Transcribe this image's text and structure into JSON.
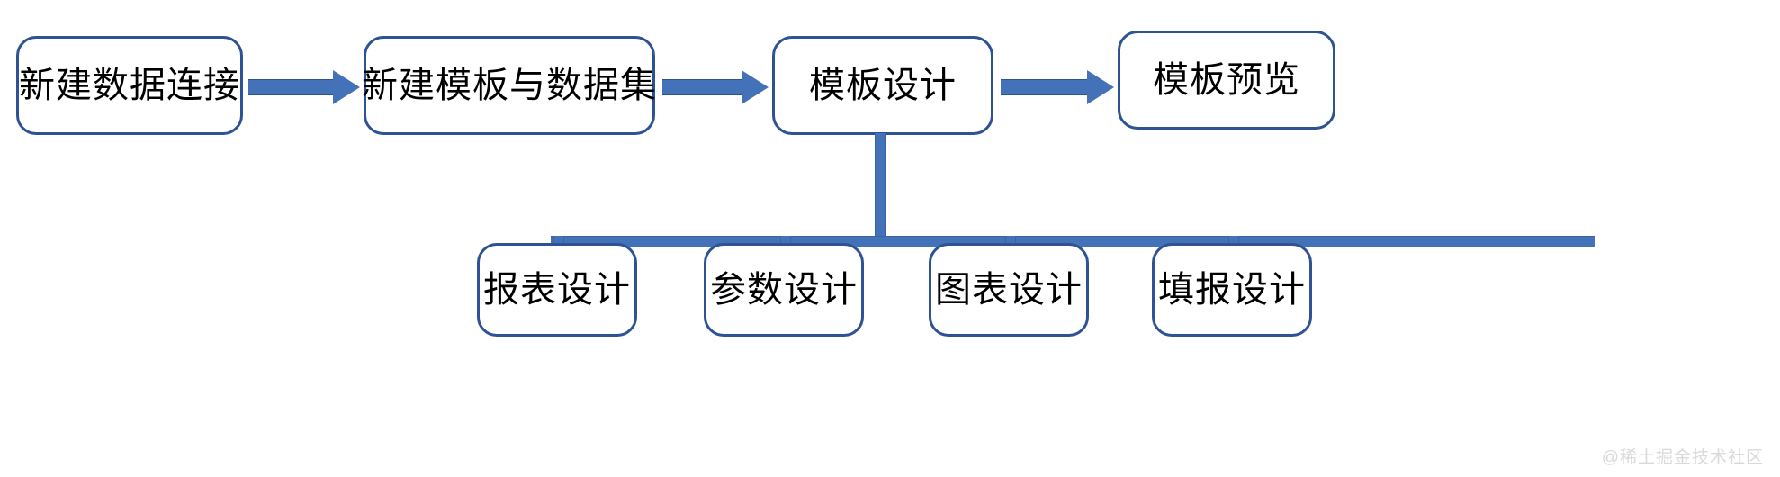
{
  "diagram": {
    "type": "flowchart",
    "title": "",
    "background_color": "#ffffff",
    "node_border_color": "#2e5395",
    "node_fill_color": "#ffffff",
    "connector_color": "#4472b9",
    "text_color": "#000000",
    "top_row": [
      {
        "id": "node-0",
        "label": "新建数据连接"
      },
      {
        "id": "node-1",
        "label": "新建模板与数据集"
      },
      {
        "id": "node-2",
        "label": "模板设计"
      },
      {
        "id": "node-3",
        "label": "模板预览"
      }
    ],
    "bottom_row": [
      {
        "id": "node-4",
        "label": "报表设计"
      },
      {
        "id": "node-5",
        "label": "参数设计"
      },
      {
        "id": "node-6",
        "label": "图表设计"
      },
      {
        "id": "node-7",
        "label": "填报设计"
      }
    ],
    "flow_arrows": [
      {
        "id": "harrow-0",
        "from": "新建数据连接",
        "to": "新建模板与数据集",
        "direction": "right"
      },
      {
        "id": "harrow-1",
        "from": "新建模板与数据集",
        "to": "模板设计",
        "direction": "right"
      },
      {
        "id": "harrow-2",
        "from": "模板设计",
        "to": "模板预览",
        "direction": "right"
      }
    ],
    "tree_connector": {
      "parent": "模板设计",
      "children": [
        "报表设计",
        "参数设计",
        "图表设计",
        "填报设计"
      ],
      "direction": "down"
    }
  },
  "watermark": {
    "text": "@稀土掘金技术社区",
    "color": "#d9d9d9"
  }
}
